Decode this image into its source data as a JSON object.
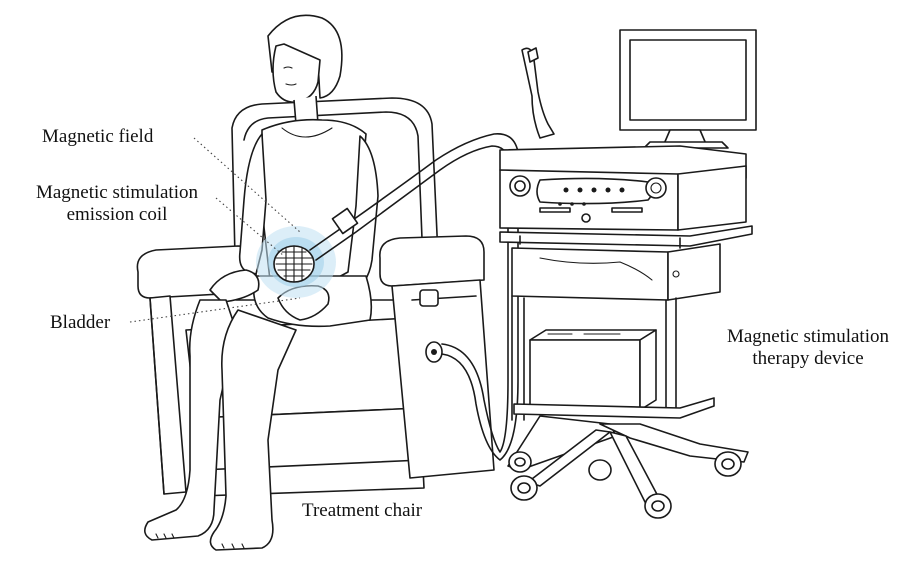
{
  "labels": {
    "magnetic_field": "Magnetic field",
    "coil_line1": "Magnetic stimulation",
    "coil_line2": "emission coil",
    "bladder": "Bladder",
    "device_line1": "Magnetic stimulation",
    "device_line2": "therapy device",
    "chair": "Treatment chair"
  },
  "colors": {
    "line": "#1a1a1a",
    "field_glow": "#bfe0f2",
    "background": "#ffffff"
  }
}
